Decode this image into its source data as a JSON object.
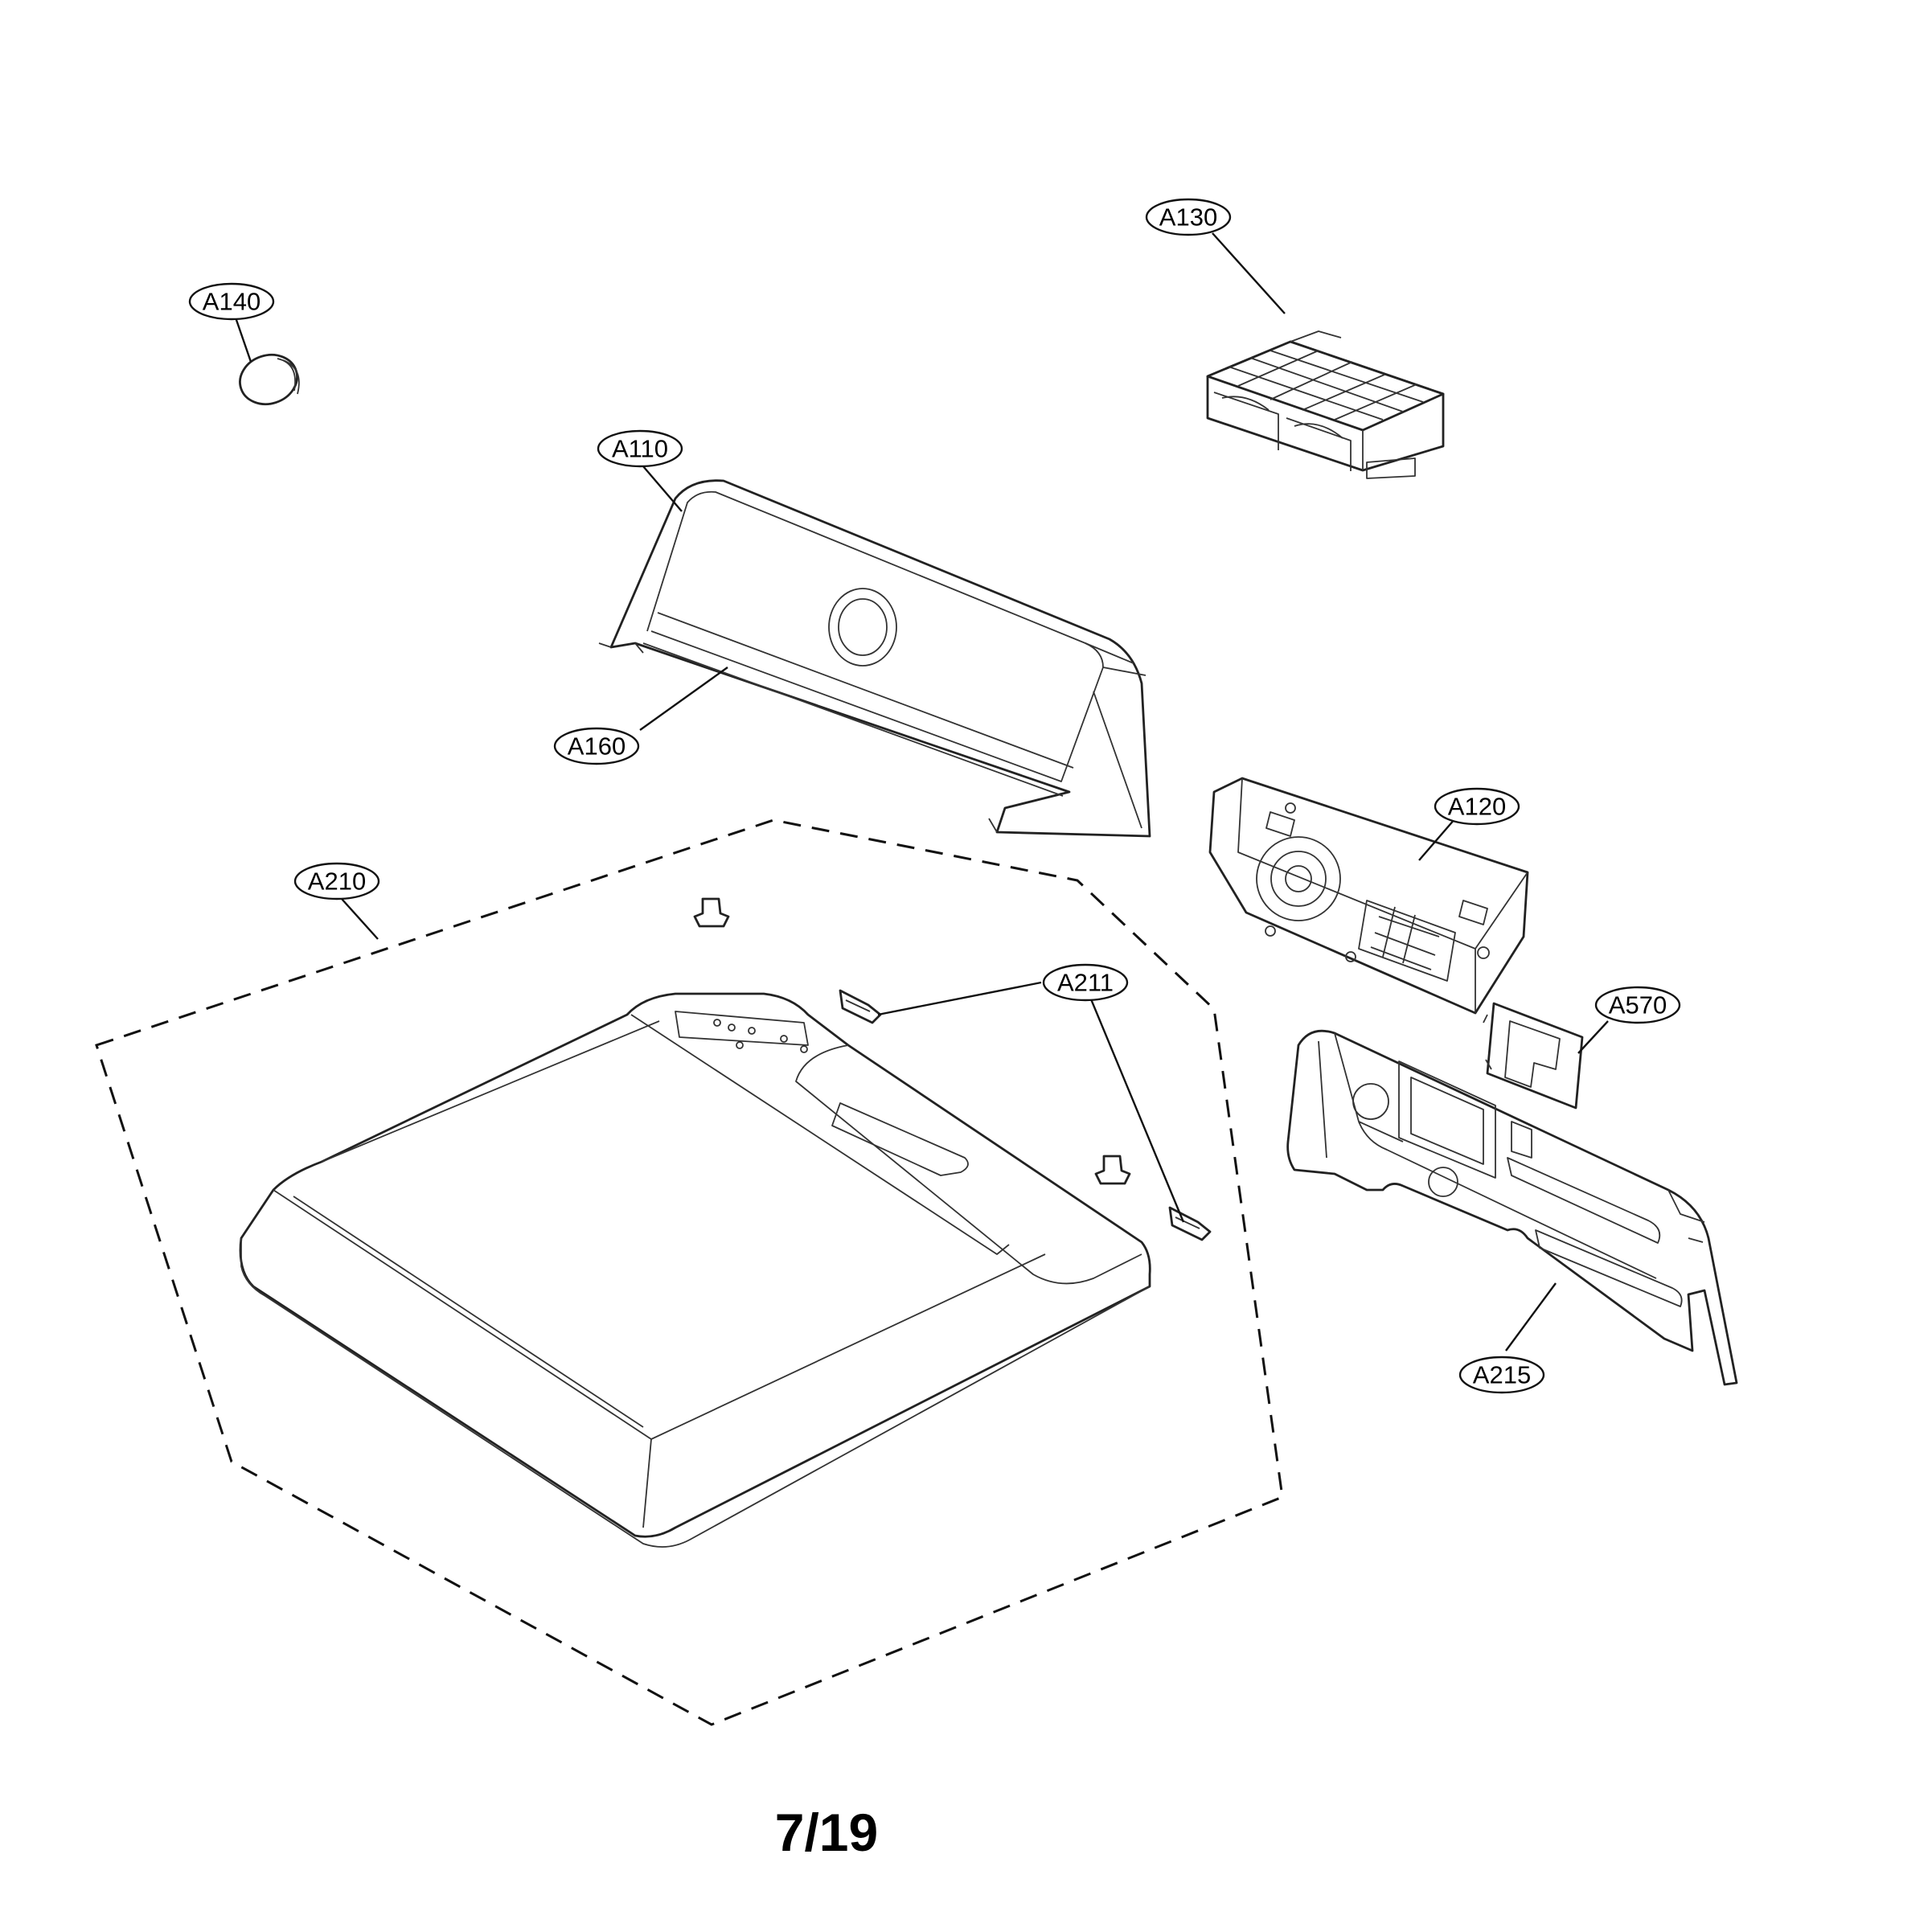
{
  "callouts": {
    "a140": "A140",
    "a130": "A130",
    "a110": "A110",
    "a160": "A160",
    "a120": "A120",
    "a210": "A210",
    "a211": "A211",
    "a570": "A570",
    "a215": "A215"
  },
  "page_number": "7/19"
}
